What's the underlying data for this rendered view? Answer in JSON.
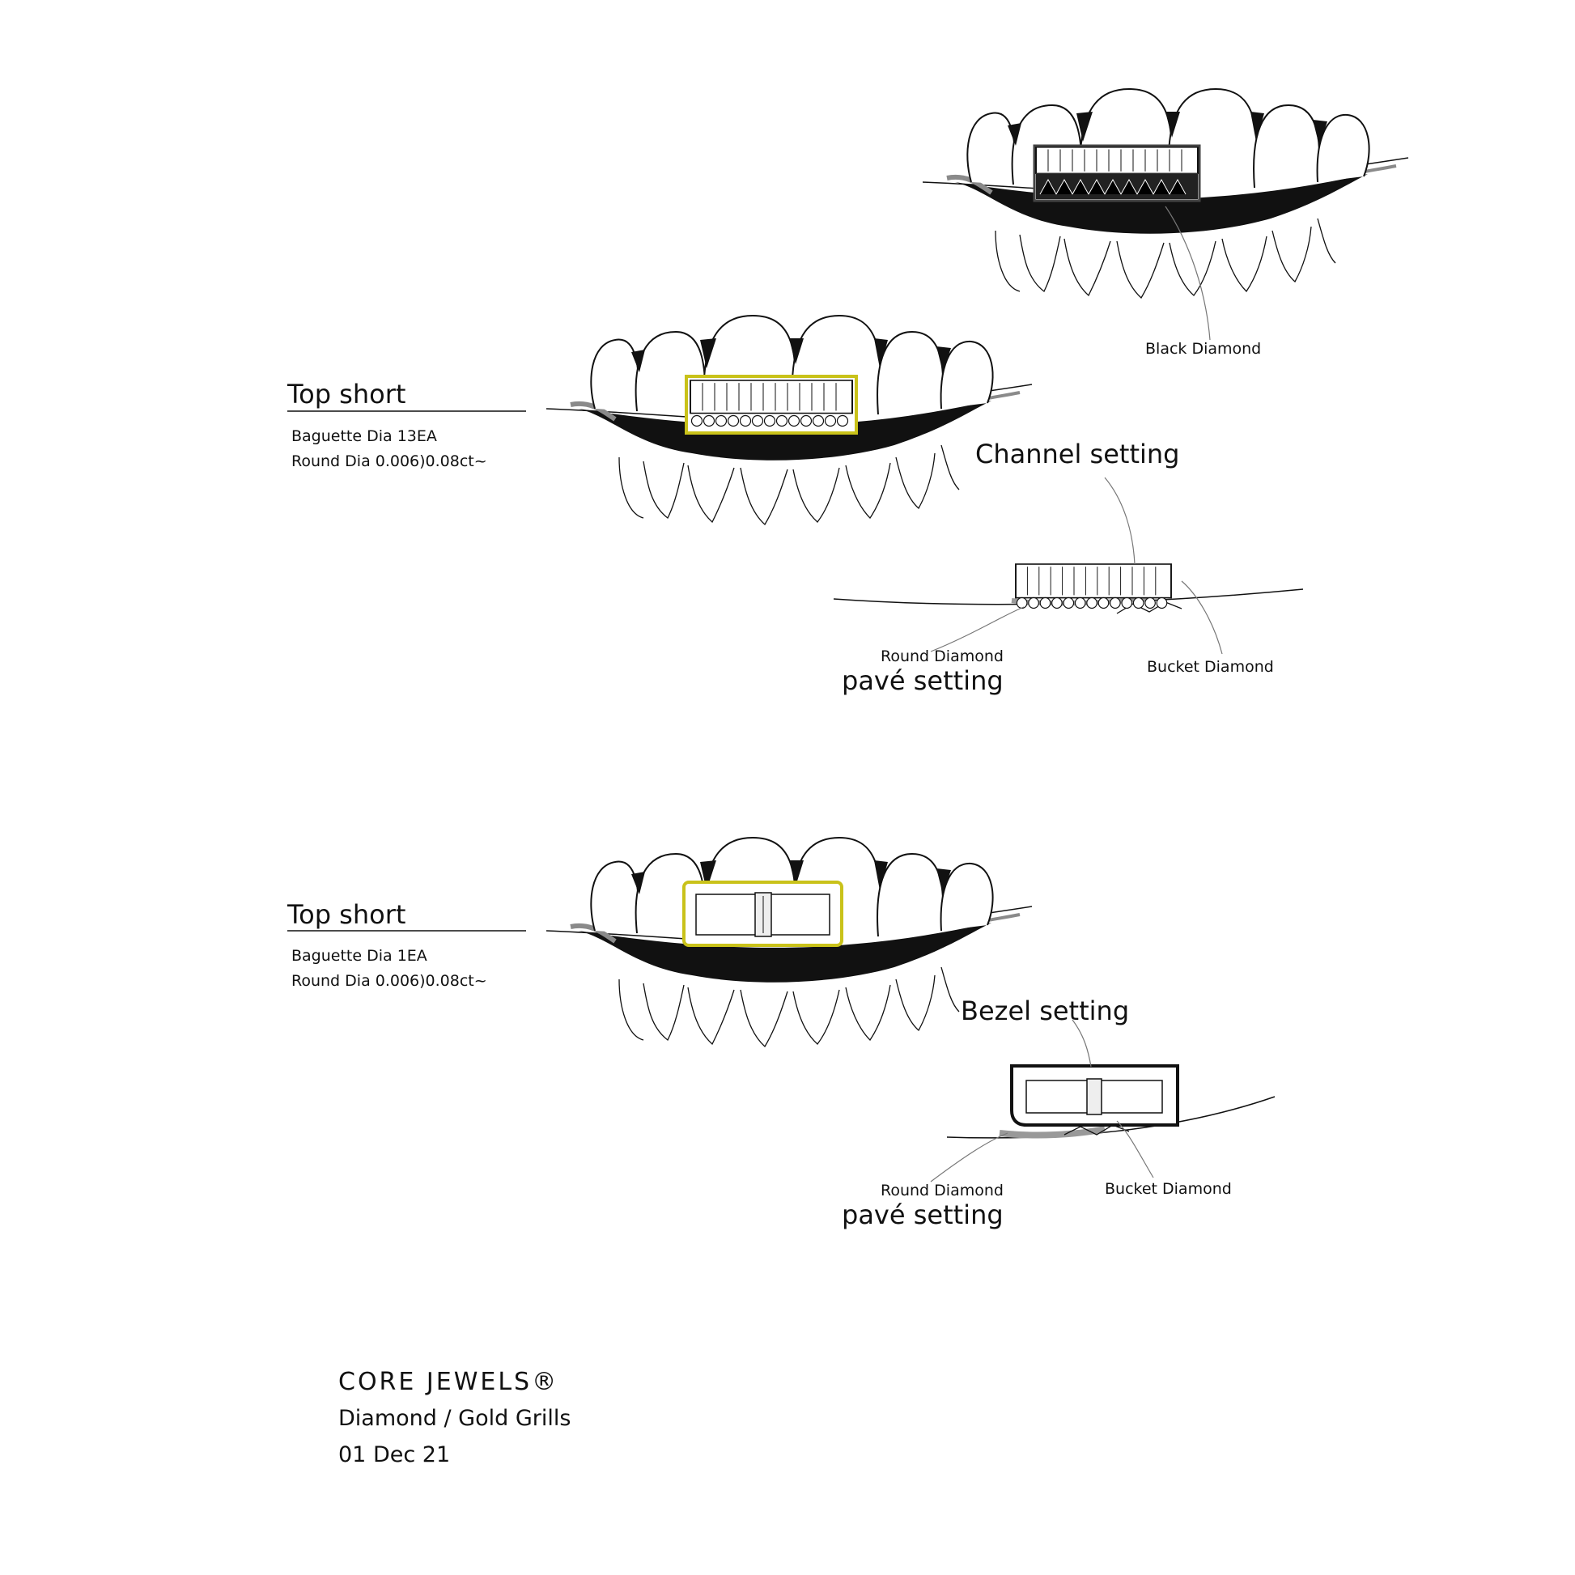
{
  "diagram_top": {
    "callout_black_diamond": "Black Diamond"
  },
  "diagram_channel": {
    "title": "Top short",
    "line1": "Baguette Dia 13EA",
    "line2": "Round Dia 0.006)0.08ct~",
    "setting_label": "Channel setting",
    "callout_round": "Round Diamond",
    "callout_bucket": "Bucket Diamond",
    "pave_label": "pavé setting"
  },
  "diagram_bezel": {
    "title": "Top short",
    "line1": "Baguette Dia 1EA",
    "line2": "Round Dia 0.006)0.08ct~",
    "setting_label": "Bezel setting",
    "callout_round": "Round Diamond",
    "callout_bucket": "Bucket Diamond",
    "pave_label": "pavé setting"
  },
  "footer": {
    "brand": "CORE JEWELS®",
    "product": "Diamond / Gold Grills",
    "date": "01 Dec 21"
  },
  "colors": {
    "ink": "#111111",
    "gold": "#c9c21a",
    "shadow": "#8a8a8a"
  }
}
